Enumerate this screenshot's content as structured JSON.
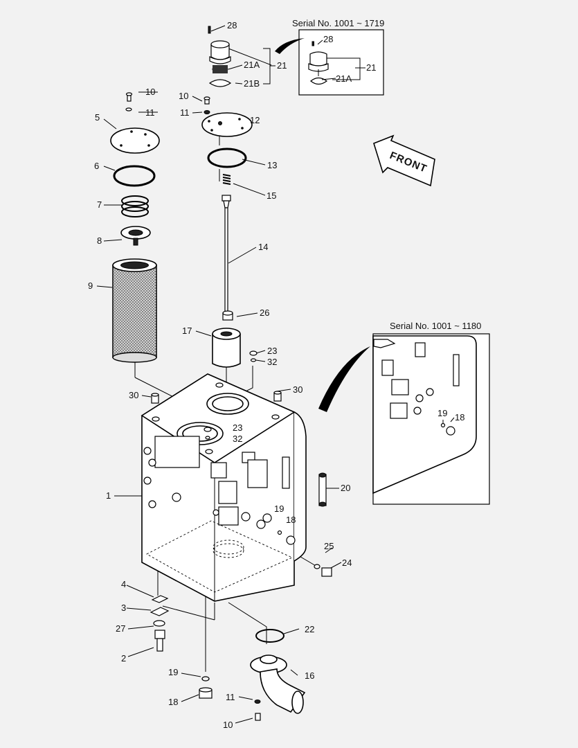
{
  "diagram": {
    "inset_top": {
      "serial": "Serial No. 1001 ~ 1719",
      "labels": [
        "28",
        "21",
        "21A"
      ]
    },
    "inset_right": {
      "serial": "Serial No. 1001 ~ 1180",
      "labels": [
        "19",
        "18"
      ]
    },
    "front_label": "FRONT",
    "labels": [
      "28",
      "21A",
      "21",
      "21B",
      "10",
      "11",
      "12",
      "13",
      "15",
      "14",
      "26",
      "17",
      "23",
      "32",
      "30",
      "23",
      "32",
      "20",
      "19",
      "18",
      "25",
      "24",
      "22",
      "16",
      "11",
      "10",
      "10",
      "11",
      "5",
      "6",
      "7",
      "8",
      "9",
      "30",
      "1",
      "4",
      "3",
      "27",
      "2",
      "19",
      "18"
    ]
  }
}
